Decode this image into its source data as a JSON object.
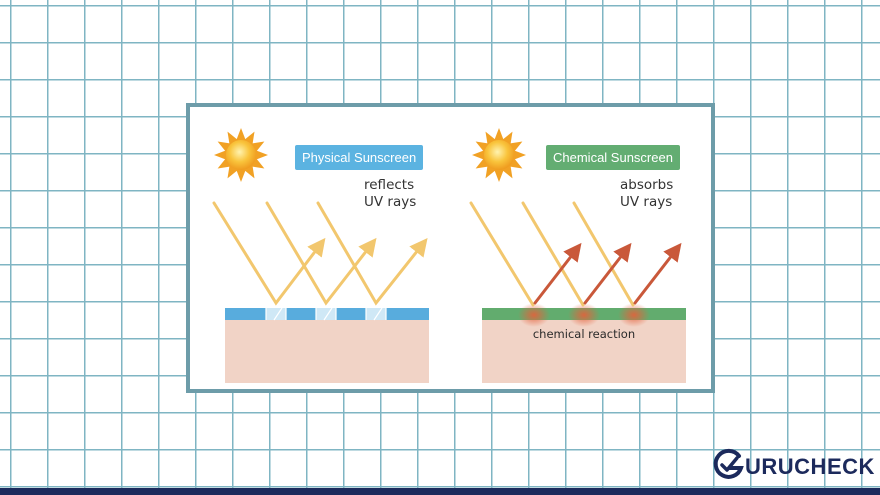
{
  "panels": {
    "physical": {
      "title": "Physical Sunscreen",
      "caption_line1": "reflects",
      "caption_line2": "UV rays"
    },
    "chemical": {
      "title": "Chemical Sunscreen",
      "caption_line1": "absorbs",
      "caption_line2": "UV rays",
      "layer_label": "chemical reaction"
    }
  },
  "brand": {
    "logo_text": "URUCHECK",
    "logo_letter": "G"
  },
  "colors": {
    "physical_accent": "#5bb3e1",
    "chemical_accent": "#63ad72",
    "skin": "#f1d3c6",
    "incoming_ray": "#f2c76e",
    "absorbed_ray": "#c9583a",
    "sun": "#f5a623",
    "brand_navy": "#1c2a5c"
  }
}
